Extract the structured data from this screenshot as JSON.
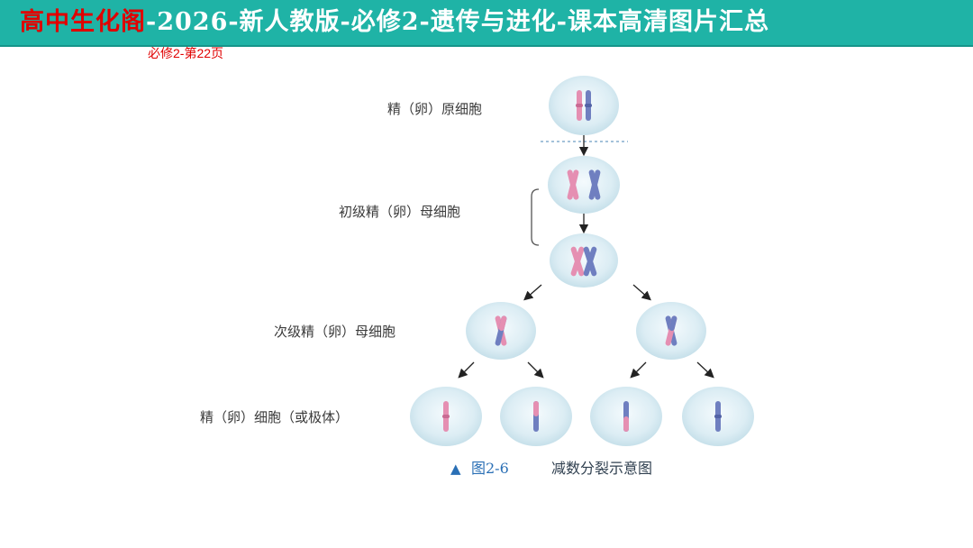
{
  "banner": {
    "brand": "高中生化阁",
    "rest": "-2026-新人教版-必修2-遗传与进化-课本高清图片汇总"
  },
  "page_ref": "必修2-第22页",
  "labels": {
    "stage1": "精（卵）原细胞",
    "stage2": "初级精（卵）母细胞",
    "stage3": "次级精（卵）母细胞",
    "stage4": "精（卵）细胞（或极体）"
  },
  "caption": {
    "marker": "▲",
    "figure_number": "图2-6",
    "title": "减数分裂示意图"
  },
  "colors": {
    "banner": "#1fb3a6",
    "brand_text": "#e00000",
    "cell_fill": "#dcedf4",
    "chromosome_pink": "#e58fb2",
    "chromosome_blue": "#6f7fc0"
  }
}
